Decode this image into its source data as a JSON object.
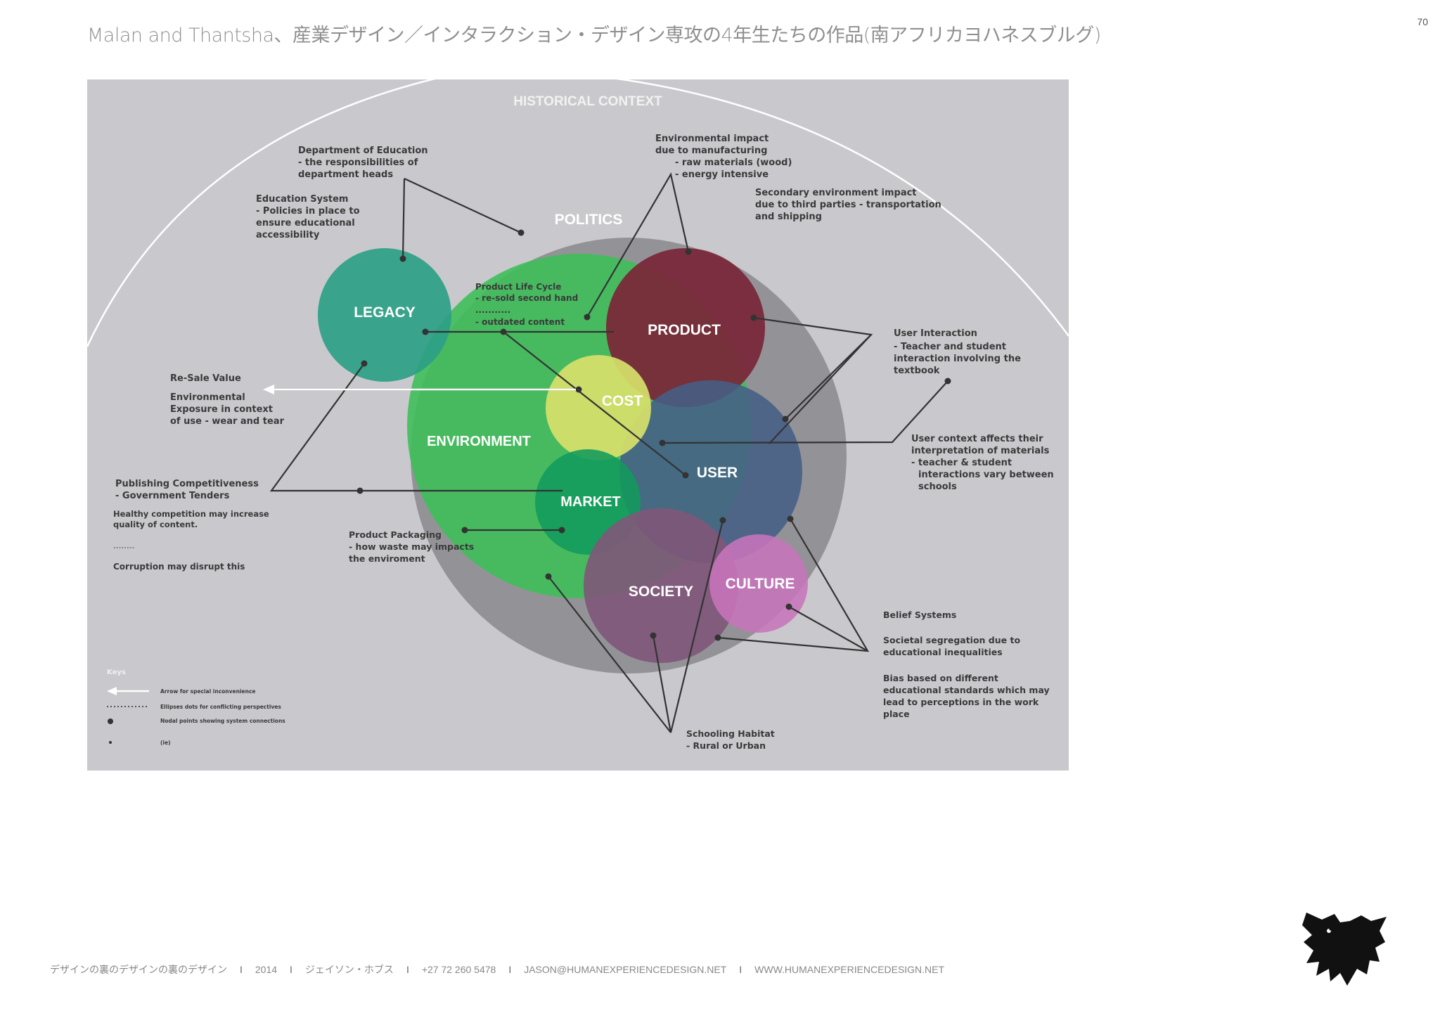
{
  "page": {
    "title": "Malan and Thantsha、産業デザイン／インタラクション・デザイン専攻の4年生たちの作品(南アフリカヨハネスブルグ)",
    "number": "70"
  },
  "diagram": {
    "arc_label": "HISTORICAL CONTEXT",
    "circles": {
      "politics": "POLITICS",
      "legacy": "LEGACY",
      "product": "PRODUCT",
      "environment": "ENVIRONMENT",
      "cost": "COST",
      "user": "USER",
      "market": "MARKET",
      "society": "SOCIETY",
      "culture": "CULTURE"
    },
    "notes": {
      "dept_education": [
        "Department of Education",
        "- the responsibilities of",
        "department heads"
      ],
      "education_system": [
        "Education System",
        "- Policies in place to",
        "ensure educational",
        "accessibility"
      ],
      "env_manufacturing": [
        "Environmental impact",
        "due to manufacturing",
        "- raw materials (wood)",
        "- energy intensive"
      ],
      "secondary_env": [
        "Secondary environment impact",
        "due to third parties - transportation",
        "and shipping"
      ],
      "product_life_cycle": [
        "Product Life Cycle",
        "- re-sold second hand",
        "...........",
        "- outdated content"
      ],
      "user_interaction": [
        "User Interaction",
        "- Teacher and student",
        "interaction involving the",
        "textbook"
      ],
      "resale": [
        "Re-Sale Value"
      ],
      "env_exposure": [
        "Environmental",
        "Exposure in context",
        "of use - wear and tear"
      ],
      "user_context": [
        "User context affects their",
        "interpretation of materials",
        "- teacher & student",
        "interactions vary between",
        "schools"
      ],
      "publishing": [
        "Publishing Competitiveness",
        "- Government Tenders"
      ],
      "healthy_competition": [
        "Healthy competition may increase",
        "quality of content."
      ],
      "dots": [
        "........"
      ],
      "corruption": [
        "Corruption may disrupt this"
      ],
      "packaging": [
        "Product Packaging",
        "- how waste may impacts",
        "the enviroment"
      ],
      "belief": [
        "Belief Systems"
      ],
      "segregation": [
        "Societal segregation due to",
        "educational inequalities"
      ],
      "bias": [
        "Bias based on  different",
        "educational standards which may",
        "lead to perceptions in the work",
        "place"
      ],
      "schooling": [
        "Schooling Habitat",
        "- Rural or Urban"
      ]
    },
    "key": {
      "title": "Keys",
      "items": [
        "Arrow for special inconvenience",
        "Ellipses dots for conflicting perspectives",
        "Nodal points showing system connections",
        "(ie)"
      ]
    }
  },
  "footer": {
    "items": [
      "デザインの裏のデザインの裏のデザイン",
      "2014",
      "ジェイソン・ホブス",
      "+27 72 260 5478",
      "JASON@HUMANEXPERIENCEDESIGN.NET",
      "WWW.HUMANEXPERIENCEDESIGN.NET"
    ],
    "separator": "I"
  },
  "colors": {
    "background": "#c9c9cd",
    "politics": "#8d8d91",
    "legacy": "#2f9e86",
    "product": "#7d2a3c",
    "environment": "#4cbf62",
    "cost": "#d4df6a",
    "user": "#4b6486",
    "market": "#1f9a62",
    "society": "#835a7c",
    "culture": "#c477b9"
  }
}
